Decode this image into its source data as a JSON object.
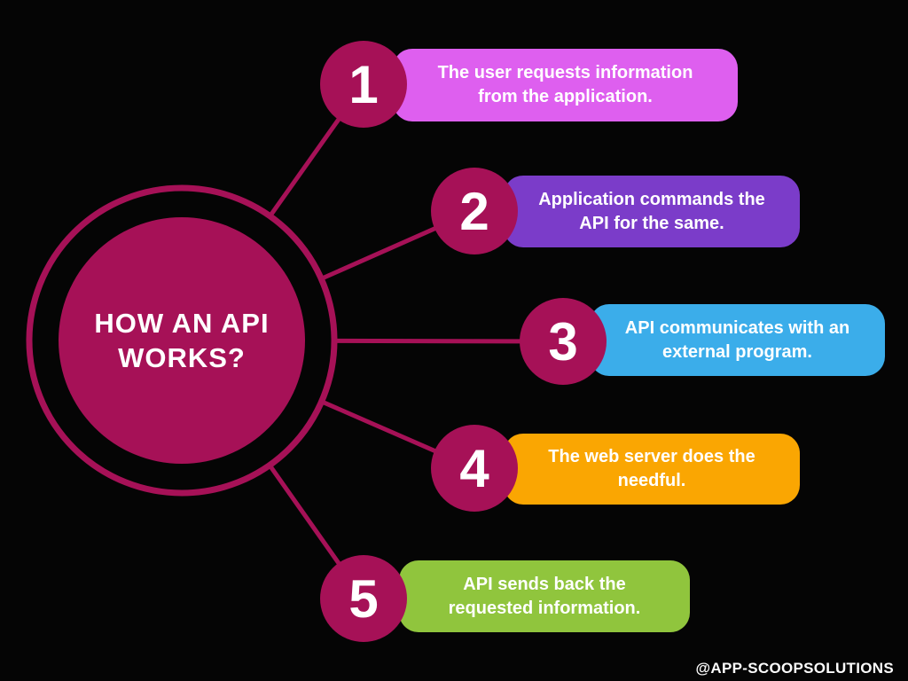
{
  "page": {
    "background": "#050505",
    "watermark": "@APP-SCOOPSOLUTIONS"
  },
  "hub": {
    "title_line1": "HOW AN API",
    "title_line2": "WORKS?",
    "fill_color": "#A61157",
    "ring_color": "#A61157",
    "line_color": "#A61157",
    "text_color": "#FFFFFF"
  },
  "steps": [
    {
      "number": "1",
      "text_line1": "The user requests information",
      "text_line2": "from the application.",
      "card_color": "#DE5FEF",
      "badge_color": "#A61157"
    },
    {
      "number": "2",
      "text_line1": "Application commands the",
      "text_line2": "API for the same.",
      "card_color": "#7B3CC9",
      "badge_color": "#A61157"
    },
    {
      "number": "3",
      "text_line1": "API communicates with an",
      "text_line2": "external program.",
      "card_color": "#3BADEA",
      "badge_color": "#A61157"
    },
    {
      "number": "4",
      "text_line1": "The web server does the",
      "text_line2": "needful.",
      "card_color": "#FAA602",
      "badge_color": "#A61157"
    },
    {
      "number": "5",
      "text_line1": "API sends back the",
      "text_line2": "requested information.",
      "card_color": "#90C53D",
      "badge_color": "#A61157"
    }
  ]
}
